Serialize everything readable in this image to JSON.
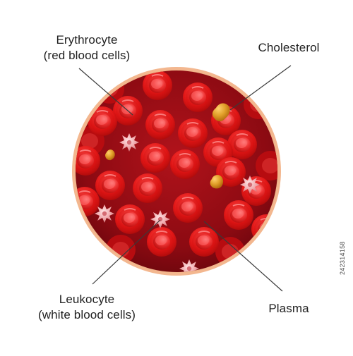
{
  "labels": {
    "erythrocyte": {
      "line1": "Erythrocyte",
      "line2": "(red blood cells)"
    },
    "cholesterol": "Cholesterol",
    "leukocyte": {
      "line1": "Leukocyte",
      "line2": "(white blood cells)"
    },
    "plasma": "Plasma"
  },
  "watermark_id": "242314158",
  "colors": {
    "background": "#ffffff",
    "rim": "#f0b08a",
    "plasma": "#8f0a12",
    "cell": "#e01a1a",
    "cell_center": "#ff5a5a",
    "leukocyte": "#efb6b8",
    "cholesterol": "#e5a223",
    "text": "#1f1f1f",
    "pointer": "#3a3a3a"
  }
}
